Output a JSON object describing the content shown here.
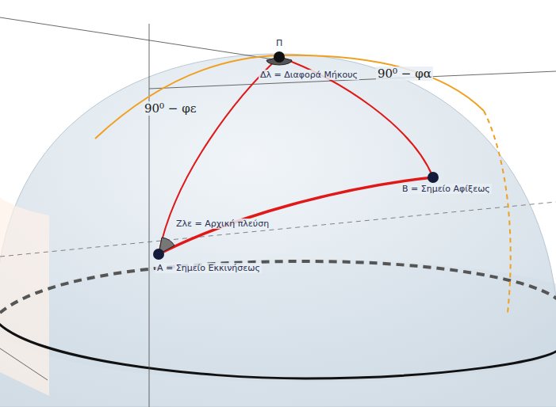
{
  "diagram": {
    "labels": [
      "Π",
      "Δλ = Διαφορά Μήκους",
      "90⁰ − φε",
      "90⁰ − φα",
      "Ζλε = Αρχική πλεύση",
      "Α = Σημείο Εκκινήσεως",
      "Β = Σημείο Αφίξεως"
    ]
  }
}
